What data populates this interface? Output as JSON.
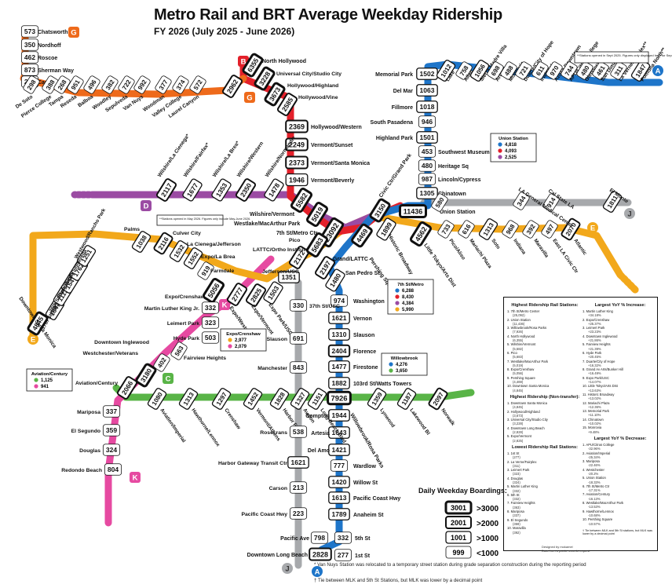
{
  "header": {
    "title": "Metro Rail and BRT Average Weekday Ridership",
    "subtitle": "FY 2026 (July 2025 - June 2026)"
  },
  "colors": {
    "a_line": "#1e75c9",
    "b_line": "#e3202a",
    "c_line": "#59b447",
    "d_line": "#9b4ba3",
    "e_line": "#f2a81b",
    "g_line": "#ee6a1b",
    "j_line": "#a7a9ac",
    "k_line": "#e64aa1"
  },
  "lines": [
    {
      "id": "a",
      "letter": "A",
      "color": "#1e75c9"
    },
    {
      "id": "b",
      "letter": "B",
      "color": "#e3202a"
    },
    {
      "id": "c",
      "letter": "C",
      "color": "#59b447"
    },
    {
      "id": "d",
      "letter": "D",
      "color": "#9b4ba3"
    },
    {
      "id": "e",
      "letter": "E",
      "color": "#f2a81b"
    },
    {
      "id": "g",
      "letter": "G",
      "color": "#ee6a1b"
    },
    {
      "id": "j",
      "letter": "J",
      "color": "#a7a9ac"
    },
    {
      "id": "k",
      "letter": "K",
      "color": "#e64aa1"
    }
  ],
  "stations": {
    "g": [
      {
        "name": "Chatsworth",
        "value": "573"
      },
      {
        "name": "Nordhoff",
        "value": "350"
      },
      {
        "name": "Roscoe",
        "value": "462"
      },
      {
        "name": "Sherman Way",
        "value": "873"
      },
      {
        "name": "Canoga",
        "value": "294"
      },
      {
        "name": "De Soto",
        "value": "298"
      },
      {
        "name": "Pierce College",
        "value": "388"
      },
      {
        "name": "Tampa",
        "value": "268"
      },
      {
        "name": "Reseda",
        "value": "951"
      },
      {
        "name": "Balboa",
        "value": "496"
      },
      {
        "name": "Woodley",
        "value": "382"
      },
      {
        "name": "Sepulveda",
        "value": "722"
      },
      {
        "name": "Van Nuys",
        "value": "992"
      },
      {
        "name": "Woodman",
        "value": "377"
      },
      {
        "name": "Valley College",
        "value": "374"
      },
      {
        "name": "Laurel Canyon",
        "value": "572"
      },
      {
        "name": "North Hollywood",
        "value": "2962"
      }
    ],
    "b": [
      {
        "name": "North Hollywood",
        "value": "6355"
      },
      {
        "name": "Universal City/Studio City",
        "value": "3228"
      },
      {
        "name": "Hollywood/Highland",
        "value": "3673"
      },
      {
        "name": "Hollywood/Vine",
        "value": "2585"
      },
      {
        "name": "Hollywood/Western",
        "value": "2369"
      },
      {
        "name": "Vermont/Sunset",
        "value": "2249"
      },
      {
        "name": "Vermont/Santa Monica",
        "value": "2373"
      },
      {
        "name": "Vermont/Beverly",
        "value": "1946"
      },
      {
        "name": "Wilshire/Vermont",
        "value": "5582"
      },
      {
        "name": "Westlake/MacArthur Park",
        "value": "5019"
      },
      {
        "name": "Pershing Square",
        "value": "4469"
      },
      {
        "name": "Civic Ctr/Grand Park",
        "value": "3150"
      }
    ],
    "a_north": [
      {
        "name": "Memorial Park",
        "value": "1502"
      },
      {
        "name": "Del Mar",
        "value": "1063"
      },
      {
        "name": "Fillmore",
        "value": "1018"
      },
      {
        "name": "South Pasadena",
        "value": "946"
      },
      {
        "name": "Highland Park",
        "value": "1501"
      },
      {
        "name": "Southwest Museum",
        "value": "453"
      },
      {
        "name": "Heritage Sq",
        "value": "480"
      },
      {
        "name": "Lincoln/Cypress",
        "value": "987"
      },
      {
        "name": "Chinatown",
        "value": "1305"
      }
    ],
    "a_foothill": [
      {
        "name": "Lake",
        "value": "1012"
      },
      {
        "name": "Allen",
        "value": "758"
      },
      {
        "name": "Sierra Madre Villa",
        "value": "1056"
      },
      {
        "name": "Arcadia",
        "value": "698"
      },
      {
        "name": "Monrovia",
        "value": "488"
      },
      {
        "name": "Duarte/City of Hope",
        "value": "721"
      },
      {
        "name": "Irwindale",
        "value": "611"
      },
      {
        "name": "Azusa Downtown",
        "value": "970"
      },
      {
        "name": "APU/Citrus College",
        "value": "744"
      },
      {
        "name": "Glendora**",
        "value": "480"
      },
      {
        "name": "San Dimas**",
        "value": "461"
      },
      {
        "name": "La Verne/Fairplex**",
        "value": "311"
      },
      {
        "name": "Pomona North**",
        "value": "1847"
      }
    ],
    "a_south": [
      {
        "name": "Grand/LATTC",
        "value": "2197"
      },
      {
        "name": "San Pedro St",
        "value": "1480"
      },
      {
        "name": "Washington",
        "value": "974"
      },
      {
        "name": "Vernon",
        "value": "1621"
      },
      {
        "name": "Slauson",
        "value": "1310"
      },
      {
        "name": "Florence",
        "value": "2404"
      },
      {
        "name": "Firestone",
        "value": "1477"
      },
      {
        "name": "103rd St/Watts Towers",
        "value": "1882"
      },
      {
        "name": "Willowbrook/Rosa Parks",
        "value": "7926"
      },
      {
        "name": "Compton",
        "value": "1944"
      },
      {
        "name": "Artesia",
        "value": "1643"
      },
      {
        "name": "Del Amo",
        "value": "1421"
      },
      {
        "name": "Wardlow",
        "value": "777"
      },
      {
        "name": "Willow St",
        "value": "1420"
      },
      {
        "name": "Pacific Coast Hwy",
        "value": "1613"
      },
      {
        "name": "Anaheim St",
        "value": "1789"
      },
      {
        "name": "5th St",
        "value": "332"
      },
      {
        "name": "1st St",
        "value": "277"
      },
      {
        "name": "Downtown Long Beach",
        "value": "2828"
      },
      {
        "name": "Pacific Ave",
        "value": "798"
      }
    ],
    "d": [
      {
        "name": "Wilshire/La Cienega*",
        "value": "2117"
      },
      {
        "name": "Wilshire/Fairfax*",
        "value": "1677"
      },
      {
        "name": "Wilshire/La Brea*",
        "value": "1353"
      },
      {
        "name": "Wilshire/Western",
        "value": "2350"
      },
      {
        "name": "Wilshire/Normandie",
        "value": "1478"
      },
      {
        "name": "Union Station",
        "value": "11436"
      },
      {
        "name": "7th St/Metro Ctr",
        "value": "23092"
      }
    ],
    "e": [
      {
        "name": "Downtown Santa Monica",
        "value": "4845"
      },
      {
        "name": "17th St/SMC",
        "value": "1647"
      },
      {
        "name": "26th St/Bergamot",
        "value": "1113"
      },
      {
        "name": "Expo/Bundy",
        "value": "1547"
      },
      {
        "name": "Expo/Sepulveda",
        "value": "1762"
      },
      {
        "name": "Westwood/Rancho Park",
        "value": "1251"
      },
      {
        "name": "Palms",
        "value": "1038"
      },
      {
        "name": "Culver City",
        "value": "2116"
      },
      {
        "name": "La Cienega/Jefferson",
        "value": "1532"
      },
      {
        "name": "Expo/La Brea",
        "value": "1552"
      },
      {
        "name": "Farmdale",
        "value": "919"
      },
      {
        "name": "Expo/Crenshaw",
        "value": "5056"
      },
      {
        "name": "Expo/Western",
        "value": "2777"
      },
      {
        "name": "Expo/Vermont",
        "value": "2825"
      },
      {
        "name": "Expo Park/USC",
        "value": "1503"
      },
      {
        "name": "Jefferson/USC",
        "value": "1351"
      },
      {
        "name": "LATTC/Ortho Institute",
        "value": "2172"
      },
      {
        "name": "Pico",
        "value": "5683"
      },
      {
        "name": "Historic Broadway",
        "value": "1899"
      },
      {
        "name": "Little Tokyo/Arts Dist",
        "value": "4562"
      },
      {
        "name": "Pico/Aliso",
        "value": "733"
      },
      {
        "name": "Mariachi Plaza",
        "value": "616"
      },
      {
        "name": "Soto",
        "value": "1313"
      },
      {
        "name": "Indiana",
        "value": "968"
      },
      {
        "name": "Maravilla",
        "value": "392"
      },
      {
        "name": "East LA Civic Ctr",
        "value": "497"
      },
      {
        "name": "Atlantic",
        "value": "2070"
      }
    ],
    "k": [
      {
        "name": "Martin Luther King Jr.",
        "value": "332"
      },
      {
        "name": "Leimert Park",
        "value": "323"
      },
      {
        "name": "Hyde Park",
        "value": "503"
      },
      {
        "name": "Fairview Heights",
        "value": "563"
      },
      {
        "name": "Downtown Inglewood",
        "value": "402"
      },
      {
        "name": "Westchester/Veterans",
        "value": "3180"
      },
      {
        "name": "Mariposa",
        "value": "337"
      },
      {
        "name": "El Segundo",
        "value": "359"
      },
      {
        "name": "Douglas",
        "value": "324"
      },
      {
        "name": "Redondo Beach",
        "value": "804"
      }
    ],
    "c": [
      {
        "name": "Aviation/Century",
        "value": "2066"
      },
      {
        "name": "Aviation/Imperial",
        "value": "1080"
      },
      {
        "name": "Hawthorne/Lennox",
        "value": "1313"
      },
      {
        "name": "Crenshaw",
        "value": "1297"
      },
      {
        "name": "Vermont/Athens",
        "value": "1452"
      },
      {
        "name": "Harbor Fwy",
        "value": "1828"
      },
      {
        "name": "Avalon",
        "value": "1327"
      },
      {
        "name": "Long Beach Blvd",
        "value": "1151"
      },
      {
        "name": "Lakewood Bl",
        "value": "1187"
      },
      {
        "name": "Norwalk",
        "value": "2097"
      },
      {
        "name": "Lynwood",
        "value": "1359"
      }
    ],
    "j": [
      {
        "name": "37th St/USC",
        "value": "330"
      },
      {
        "name": "Slauson",
        "value": "691"
      },
      {
        "name": "Manchester",
        "value": "843"
      },
      {
        "name": "Rosecrans",
        "value": "538"
      },
      {
        "name": "Harbor Gateway Transit Ctr",
        "value": "1621"
      },
      {
        "name": "Carson",
        "value": "213"
      },
      {
        "name": "Pacific Coast Hwy",
        "value": "223"
      },
      {
        "name": "El Monte",
        "value": "1811"
      },
      {
        "name": "Cal State LA",
        "value": "914"
      },
      {
        "name": "LA General Medical Center",
        "value": "344"
      },
      {
        "name": "Union Station",
        "value": "580"
      }
    ]
  },
  "callouts": {
    "union_station": {
      "title": "Union Station",
      "values": [
        "4,818",
        "4,093",
        "2,525"
      ]
    },
    "seventh_st": {
      "title": "7th St/Metro",
      "values": [
        "6,288",
        "8,430",
        "4,384",
        "5,990"
      ]
    },
    "willowbrook": {
      "title": "Willowbrook",
      "values": [
        "4,276",
        "3,650"
      ]
    },
    "expo_crenshaw": {
      "title": "Expo/Crenshaw",
      "values": [
        "2,977",
        "2,079"
      ]
    },
    "aviation_century": {
      "title": "Aviation/Century",
      "values": [
        "1,125",
        "941"
      ]
    }
  },
  "notes": {
    "foothill": "**Stations opened in Sept 2025. Figures only displayed here for Sept 2025- June 2026.",
    "d_extension": "**Stations opened in May 2026. Figures only include May-June 2026."
  },
  "rankings": {
    "highest": {
      "title": "Highest Ridership Rail Stations:",
      "items": [
        {
          "label": "1. 7th St/Metro Center",
          "value": "(25,092)"
        },
        {
          "label": "2. Union Station",
          "value": "(11,436)"
        },
        {
          "label": "3. Willowbrook/Rosa Parks",
          "value": "(7,926)"
        },
        {
          "label": "4. North Hollywood",
          "value": "(6,355)"
        },
        {
          "label": "5. Wilshire/Vermont",
          "value": "(5,582)"
        },
        {
          "label": "6. Pico",
          "value": "(5,683)"
        },
        {
          "label": "7. Westlake/MacArthur Park",
          "value": "(5,019)"
        },
        {
          "label": "8. Expo/Crenshaw",
          "value": "(5,056)"
        },
        {
          "label": "9. Pershing Square",
          "value": "(4,469)"
        },
        {
          "label": "10. Downtown Santa Monica",
          "value": "(4,845)"
        }
      ]
    },
    "highest_nontransfer": {
      "title": "Highest Ridership (Non-transfer):",
      "items": [
        {
          "label": "1. Downtown Santa Monica",
          "value": "(4,845)"
        },
        {
          "label": "2. Hollywood/Highland",
          "value": "(3,673)"
        },
        {
          "label": "3. Universal City/Studio City",
          "value": "(3,228)"
        },
        {
          "label": "4. Downtown Long Beach",
          "value": "(2,828)"
        },
        {
          "label": "5. Expo/Vermont",
          "value": "(2,825)"
        }
      ]
    },
    "lowest": {
      "title": "Lowest Ridership Rail Stations:",
      "items": [
        {
          "label": "1. 1st St",
          "value": "(277)"
        },
        {
          "label": "2. La Verne/Fairplex",
          "value": "(311)"
        },
        {
          "label": "3. Leimert Park",
          "value": "(323)"
        },
        {
          "label": "4. Douglas",
          "value": "(324)"
        },
        {
          "label": "5. Martin Luther King",
          "value": "(332)"
        },
        {
          "label": "6. 5th St",
          "value": "(332)"
        },
        {
          "label": "7. Fairview Heights",
          "value": "(363)"
        },
        {
          "label": "8. Mariposa",
          "value": "(337)"
        },
        {
          "label": "9. El Segundo",
          "value": "(359)"
        },
        {
          "label": "10. Maravilla",
          "value": "(392)"
        }
      ]
    },
    "increase": {
      "title": "Largest YoY % Increase:",
      "items": [
        {
          "label": "1. Martin Luther King",
          "value": "+34.18%"
        },
        {
          "label": "2. Expo/Crenshaw",
          "value": "+25.37%"
        },
        {
          "label": "3. Leimert Park",
          "value": "+23.23%"
        },
        {
          "label": "4. Downtown Inglewood",
          "value": "+21.86%"
        },
        {
          "label": "5. Fairview Heights",
          "value": "+21.39%"
        },
        {
          "label": "6. Hyde Park",
          "value": "+20.45%"
        },
        {
          "label": "7. Duarte/City of Hope",
          "value": "+16.32%"
        },
        {
          "label": "8. Grand Av Arts/Bunker Hill",
          "value": "+16.49%"
        },
        {
          "label": "9. Expo Park/USC",
          "value": "+14.07%"
        },
        {
          "label": "10. Little Tokyo/Arts Dist",
          "value": "+13.63%"
        },
        {
          "label": "11. Historic Broadway",
          "value": "+13.02%"
        },
        {
          "label": "12. Mariachi Plaza",
          "value": "+12.36%"
        },
        {
          "label": "13. Memorial Park",
          "value": "+11.10%"
        },
        {
          "label": "14. Chinatown",
          "value": "+10.02%"
        },
        {
          "label": "15. Monrovia",
          "value": "+9.48%"
        }
      ]
    },
    "decrease": {
      "title": "Largest YoY % Decrease:",
      "items": [
        {
          "label": "1. APU/Citrus College",
          "value": "-32.96%"
        },
        {
          "label": "2. Aviation/Imperial",
          "value": "-25.34%"
        },
        {
          "label": "3. Mariposa",
          "value": "-22.46%"
        },
        {
          "label": "4. Westchester",
          "value": "-20.2%"
        },
        {
          "label": "5. Union Station",
          "value": "-18.33%"
        },
        {
          "label": "6. 7th St/Metro Ctr",
          "value": "-17.31%"
        },
        {
          "label": "7. Aviation/Century",
          "value": "-16.13%"
        },
        {
          "label": "8. Westlake/MacArthur Park",
          "value": "-13.53%"
        },
        {
          "label": "9. Hawthorne/Lennox",
          "value": "-10.68%"
        },
        {
          "label": "10. Pershing Square",
          "value": "-10.57%"
        }
      ]
    },
    "tie_note": "† Tie between MLK and 5th St stations, but MLK was lower by a decimal point"
  },
  "legend": {
    "title": "Daily Weekday Boardings:",
    "items": [
      {
        "sample": "3001",
        "label": ">3000",
        "weight": 3
      },
      {
        "sample": "2001",
        "label": ">2000",
        "weight": 2
      },
      {
        "sample": "1001",
        "label": ">1000",
        "weight": 1.3
      },
      {
        "sample": "999",
        "label": "<1000",
        "weight": 0.8
      }
    ]
  },
  "credit": {
    "designed": "Designed by mokamel",
    "source": "Data from a public records request"
  },
  "footnotes": {
    "van_nuys": "* Van Nuys Station was relocated to a temporary street station during grade separation construction during the reporting period",
    "tie": "† Tie between MLK and 5th St Stations, but MLK was lower by a decimal point"
  }
}
